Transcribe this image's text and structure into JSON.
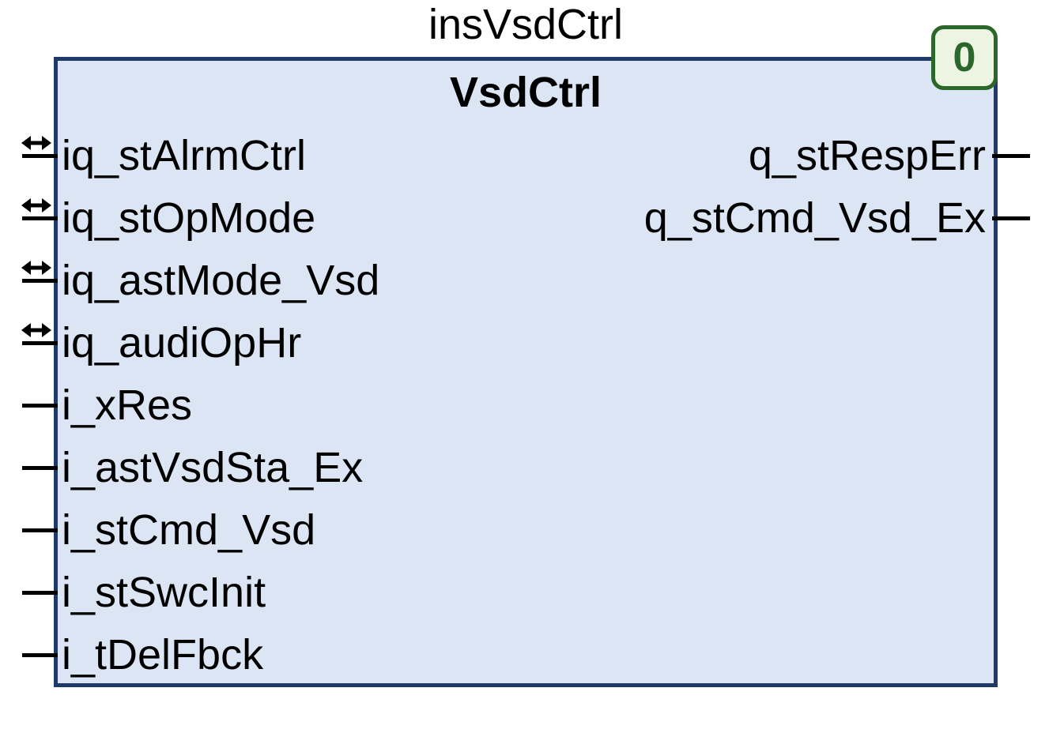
{
  "diagram": {
    "instance_name": "insVsdCtrl",
    "block_title": "VsdCtrl",
    "execution_order_badge": "0",
    "colors": {
      "block_fill": "#dce5f3",
      "block_border": "#1f3a68",
      "badge_fill": "#edf4e1",
      "badge_border": "#2b662b",
      "badge_text": "#2b662b",
      "pin_color": "#000000"
    },
    "left_pins": [
      {
        "label": "iq_stAlrmCtrl",
        "type": "inout"
      },
      {
        "label": "iq_stOpMode",
        "type": "inout"
      },
      {
        "label": "iq_astMode_Vsd",
        "type": "inout"
      },
      {
        "label": "iq_audiOpHr",
        "type": "inout"
      },
      {
        "label": "i_xRes",
        "type": "input"
      },
      {
        "label": "i_astVsdSta_Ex",
        "type": "input"
      },
      {
        "label": "i_stCmd_Vsd",
        "type": "input"
      },
      {
        "label": "i_stSwcInit",
        "type": "input"
      },
      {
        "label": "i_tDelFbck",
        "type": "input"
      }
    ],
    "right_pins": [
      {
        "label": "q_stRespErr",
        "type": "output"
      },
      {
        "label": "q_stCmd_Vsd_Ex",
        "type": "output"
      }
    ]
  }
}
